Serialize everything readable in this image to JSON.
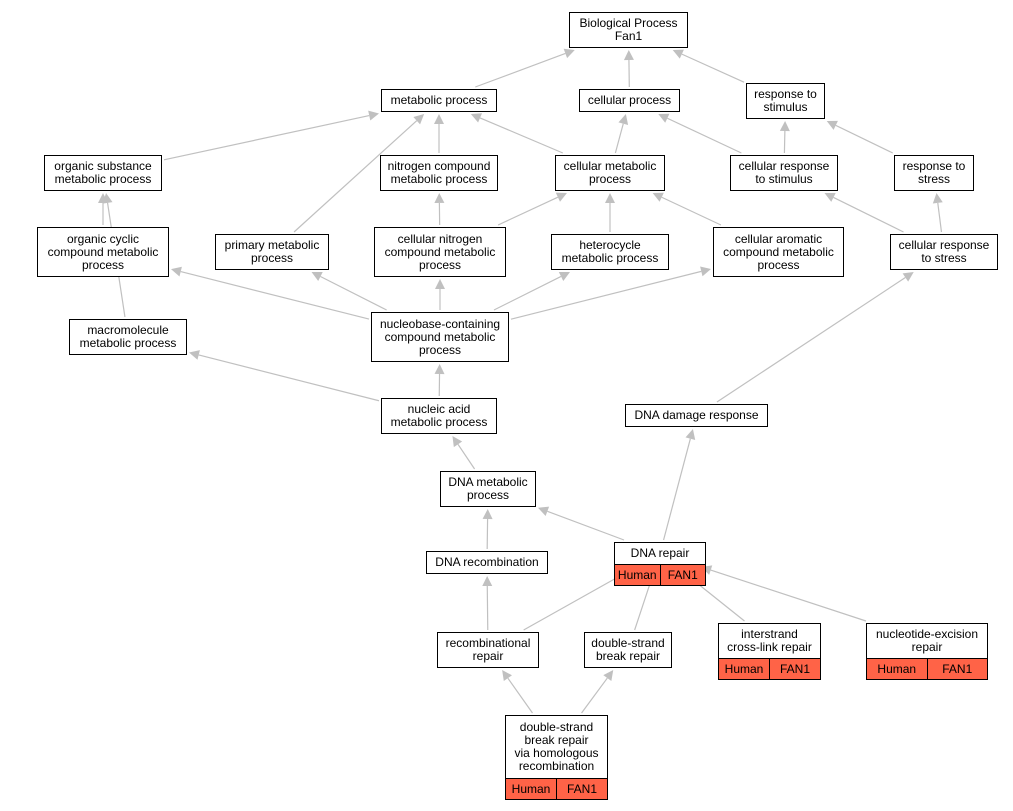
{
  "colors": {
    "edge": "#c0c0c0",
    "annotation_fill": "#ff6347",
    "node_border": "#000000"
  },
  "nodes": {
    "root": {
      "lines": [
        "Biological Process",
        "Fan1"
      ]
    },
    "metabolic": {
      "lines": [
        "metabolic process"
      ]
    },
    "cellular": {
      "lines": [
        "cellular process"
      ]
    },
    "resp_stimulus": {
      "lines": [
        "response to",
        "stimulus"
      ]
    },
    "organic_sub": {
      "lines": [
        "organic substance",
        "metabolic process"
      ]
    },
    "nitrogen": {
      "lines": [
        "nitrogen compound",
        "metabolic process"
      ]
    },
    "cell_metabolic": {
      "lines": [
        "cellular metabolic",
        "process"
      ]
    },
    "cell_resp_stim": {
      "lines": [
        "cellular response",
        "to stimulus"
      ]
    },
    "resp_stress": {
      "lines": [
        "response to",
        "stress"
      ]
    },
    "org_cyclic": {
      "lines": [
        "organic cyclic",
        "compound metabolic",
        "process"
      ]
    },
    "primary": {
      "lines": [
        "primary metabolic",
        "process"
      ]
    },
    "cell_nitrogen": {
      "lines": [
        "cellular nitrogen",
        "compound metabolic",
        "process"
      ]
    },
    "heterocycle": {
      "lines": [
        "heterocycle",
        "metabolic process"
      ]
    },
    "cell_aromatic": {
      "lines": [
        "cellular aromatic",
        "compound metabolic",
        "process"
      ]
    },
    "cell_resp_stress": {
      "lines": [
        "cellular response",
        "to stress"
      ]
    },
    "macromolecule": {
      "lines": [
        "macromolecule",
        "metabolic process"
      ]
    },
    "nucleobase": {
      "lines": [
        "nucleobase-containing",
        "compound metabolic",
        "process"
      ]
    },
    "nucleic": {
      "lines": [
        "nucleic acid",
        "metabolic process"
      ]
    },
    "dna_damage": {
      "lines": [
        "DNA damage response"
      ]
    },
    "dna_metabolic": {
      "lines": [
        "DNA metabolic",
        "process"
      ]
    },
    "dna_repair": {
      "lines": [
        "DNA repair"
      ],
      "annotation": [
        "Human",
        "FAN1"
      ]
    },
    "dna_recomb": {
      "lines": [
        "DNA recombination"
      ]
    },
    "recomb_repair": {
      "lines": [
        "recombinational",
        "repair"
      ]
    },
    "dsb_repair": {
      "lines": [
        "double-strand",
        "break repair"
      ]
    },
    "interstrand": {
      "lines": [
        "interstrand",
        "cross-link repair"
      ],
      "annotation": [
        "Human",
        "FAN1"
      ]
    },
    "ner": {
      "lines": [
        "nucleotide-excision",
        "repair"
      ],
      "annotation": [
        "Human",
        "FAN1"
      ]
    },
    "dsb_hr": {
      "lines": [
        "double-strand",
        "break repair",
        "via homologous",
        "recombination"
      ],
      "annotation": [
        "Human",
        "FAN1"
      ]
    }
  },
  "edges": [
    [
      "metabolic",
      "root"
    ],
    [
      "cellular",
      "root"
    ],
    [
      "resp_stimulus",
      "root"
    ],
    [
      "organic_sub",
      "metabolic"
    ],
    [
      "nitrogen",
      "metabolic"
    ],
    [
      "cell_metabolic",
      "metabolic"
    ],
    [
      "cell_metabolic",
      "cellular"
    ],
    [
      "cell_resp_stim",
      "cellular"
    ],
    [
      "cell_resp_stim",
      "resp_stimulus"
    ],
    [
      "resp_stress",
      "resp_stimulus"
    ],
    [
      "org_cyclic",
      "organic_sub"
    ],
    [
      "primary",
      "metabolic"
    ],
    [
      "cell_nitrogen",
      "nitrogen"
    ],
    [
      "cell_nitrogen",
      "cell_metabolic"
    ],
    [
      "heterocycle",
      "cell_metabolic"
    ],
    [
      "cell_aromatic",
      "cell_metabolic"
    ],
    [
      "cell_resp_stress",
      "cell_resp_stim"
    ],
    [
      "cell_resp_stress",
      "resp_stress"
    ],
    [
      "macromolecule",
      "organic_sub"
    ],
    [
      "nucleobase",
      "org_cyclic"
    ],
    [
      "nucleobase",
      "primary"
    ],
    [
      "nucleobase",
      "cell_nitrogen"
    ],
    [
      "nucleobase",
      "heterocycle"
    ],
    [
      "nucleobase",
      "cell_aromatic"
    ],
    [
      "nucleic",
      "nucleobase"
    ],
    [
      "nucleic",
      "macromolecule"
    ],
    [
      "dna_damage",
      "cell_resp_stress"
    ],
    [
      "dna_metabolic",
      "nucleic"
    ],
    [
      "dna_repair",
      "dna_metabolic"
    ],
    [
      "dna_repair",
      "dna_damage"
    ],
    [
      "dna_recomb",
      "dna_metabolic"
    ],
    [
      "recomb_repair",
      "dna_recomb"
    ],
    [
      "recomb_repair",
      "dna_repair"
    ],
    [
      "dsb_repair",
      "dna_repair"
    ],
    [
      "interstrand",
      "dna_repair"
    ],
    [
      "ner",
      "dna_repair"
    ],
    [
      "dsb_hr",
      "recomb_repair"
    ],
    [
      "dsb_hr",
      "dsb_repair"
    ]
  ]
}
